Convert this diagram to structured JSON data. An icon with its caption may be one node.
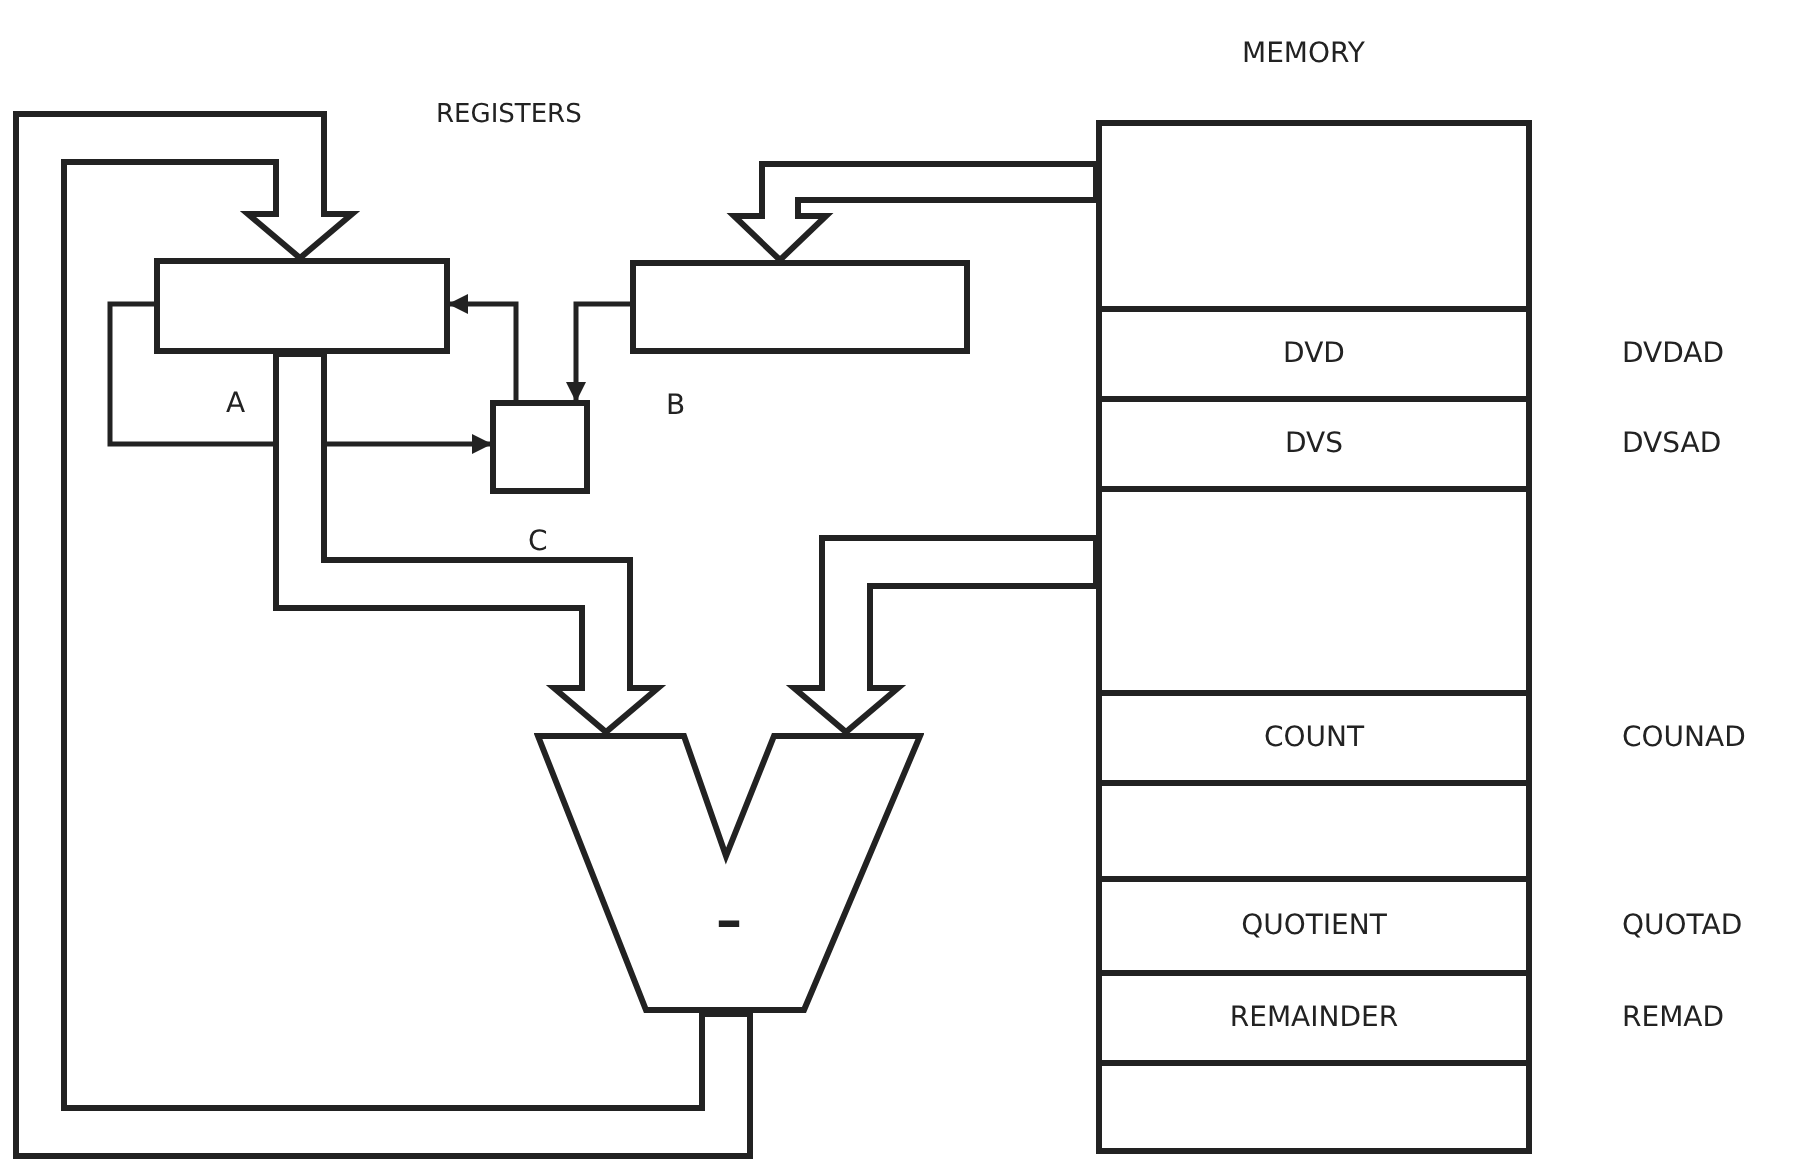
{
  "diagram": {
    "nodes": [
      {
        "text": [
          "A"
        ]
      },
      {
        "text": [
          "B"
        ]
      },
      {
        "text": [
          "C"
        ]
      },
      {
        "text": [
          "–"
        ]
      },
      {
        "text": [
          "MEMORY"
        ]
      },
      {
        "text": [
          "DVD"
        ],
        "in": 4,
        "beside": [
          "DVDAD"
        ]
      },
      {
        "text": [
          "DVS"
        ],
        "in": 4,
        "beside": [
          "DVSAD"
        ]
      },
      {
        "text": [],
        "shape": "box",
        "in": 4
      },
      {
        "text": [
          "COUNT"
        ],
        "in": 4,
        "beside": [
          "COUNAD"
        ]
      },
      {
        "text": [],
        "shape": "box",
        "in": 4
      },
      {
        "text": [
          "QUOTIENT"
        ],
        "in": 4,
        "beside": [
          "QUOTAD"
        ]
      },
      {
        "text": [
          "REMAINDER"
        ],
        "in": 4,
        "beside": [
          "REMAD"
        ]
      },
      {
        "text": [],
        "shape": "box",
        "in": 4
      }
    ],
    "edges": [
      {
        "from": 4,
        "to": 1,
        "arrow": "to",
        "style": "thick"
      },
      {
        "from": 0,
        "to": 3,
        "arrow": "to",
        "style": "thick"
      },
      {
        "from": 4,
        "to": 3,
        "arrow": "to",
        "style": "thick"
      },
      {
        "from": 0,
        "to": 2,
        "arrow": "to"
      },
      {
        "from": 2,
        "to": 0,
        "arrow": "to"
      },
      {
        "from": 1,
        "to": 2,
        "arrow": "to"
      },
      {
        "from": 3,
        "to": 0,
        "arrow": "to",
        "style": "thick"
      }
    ],
    "labels": [
      "REGISTERS"
    ]
  }
}
